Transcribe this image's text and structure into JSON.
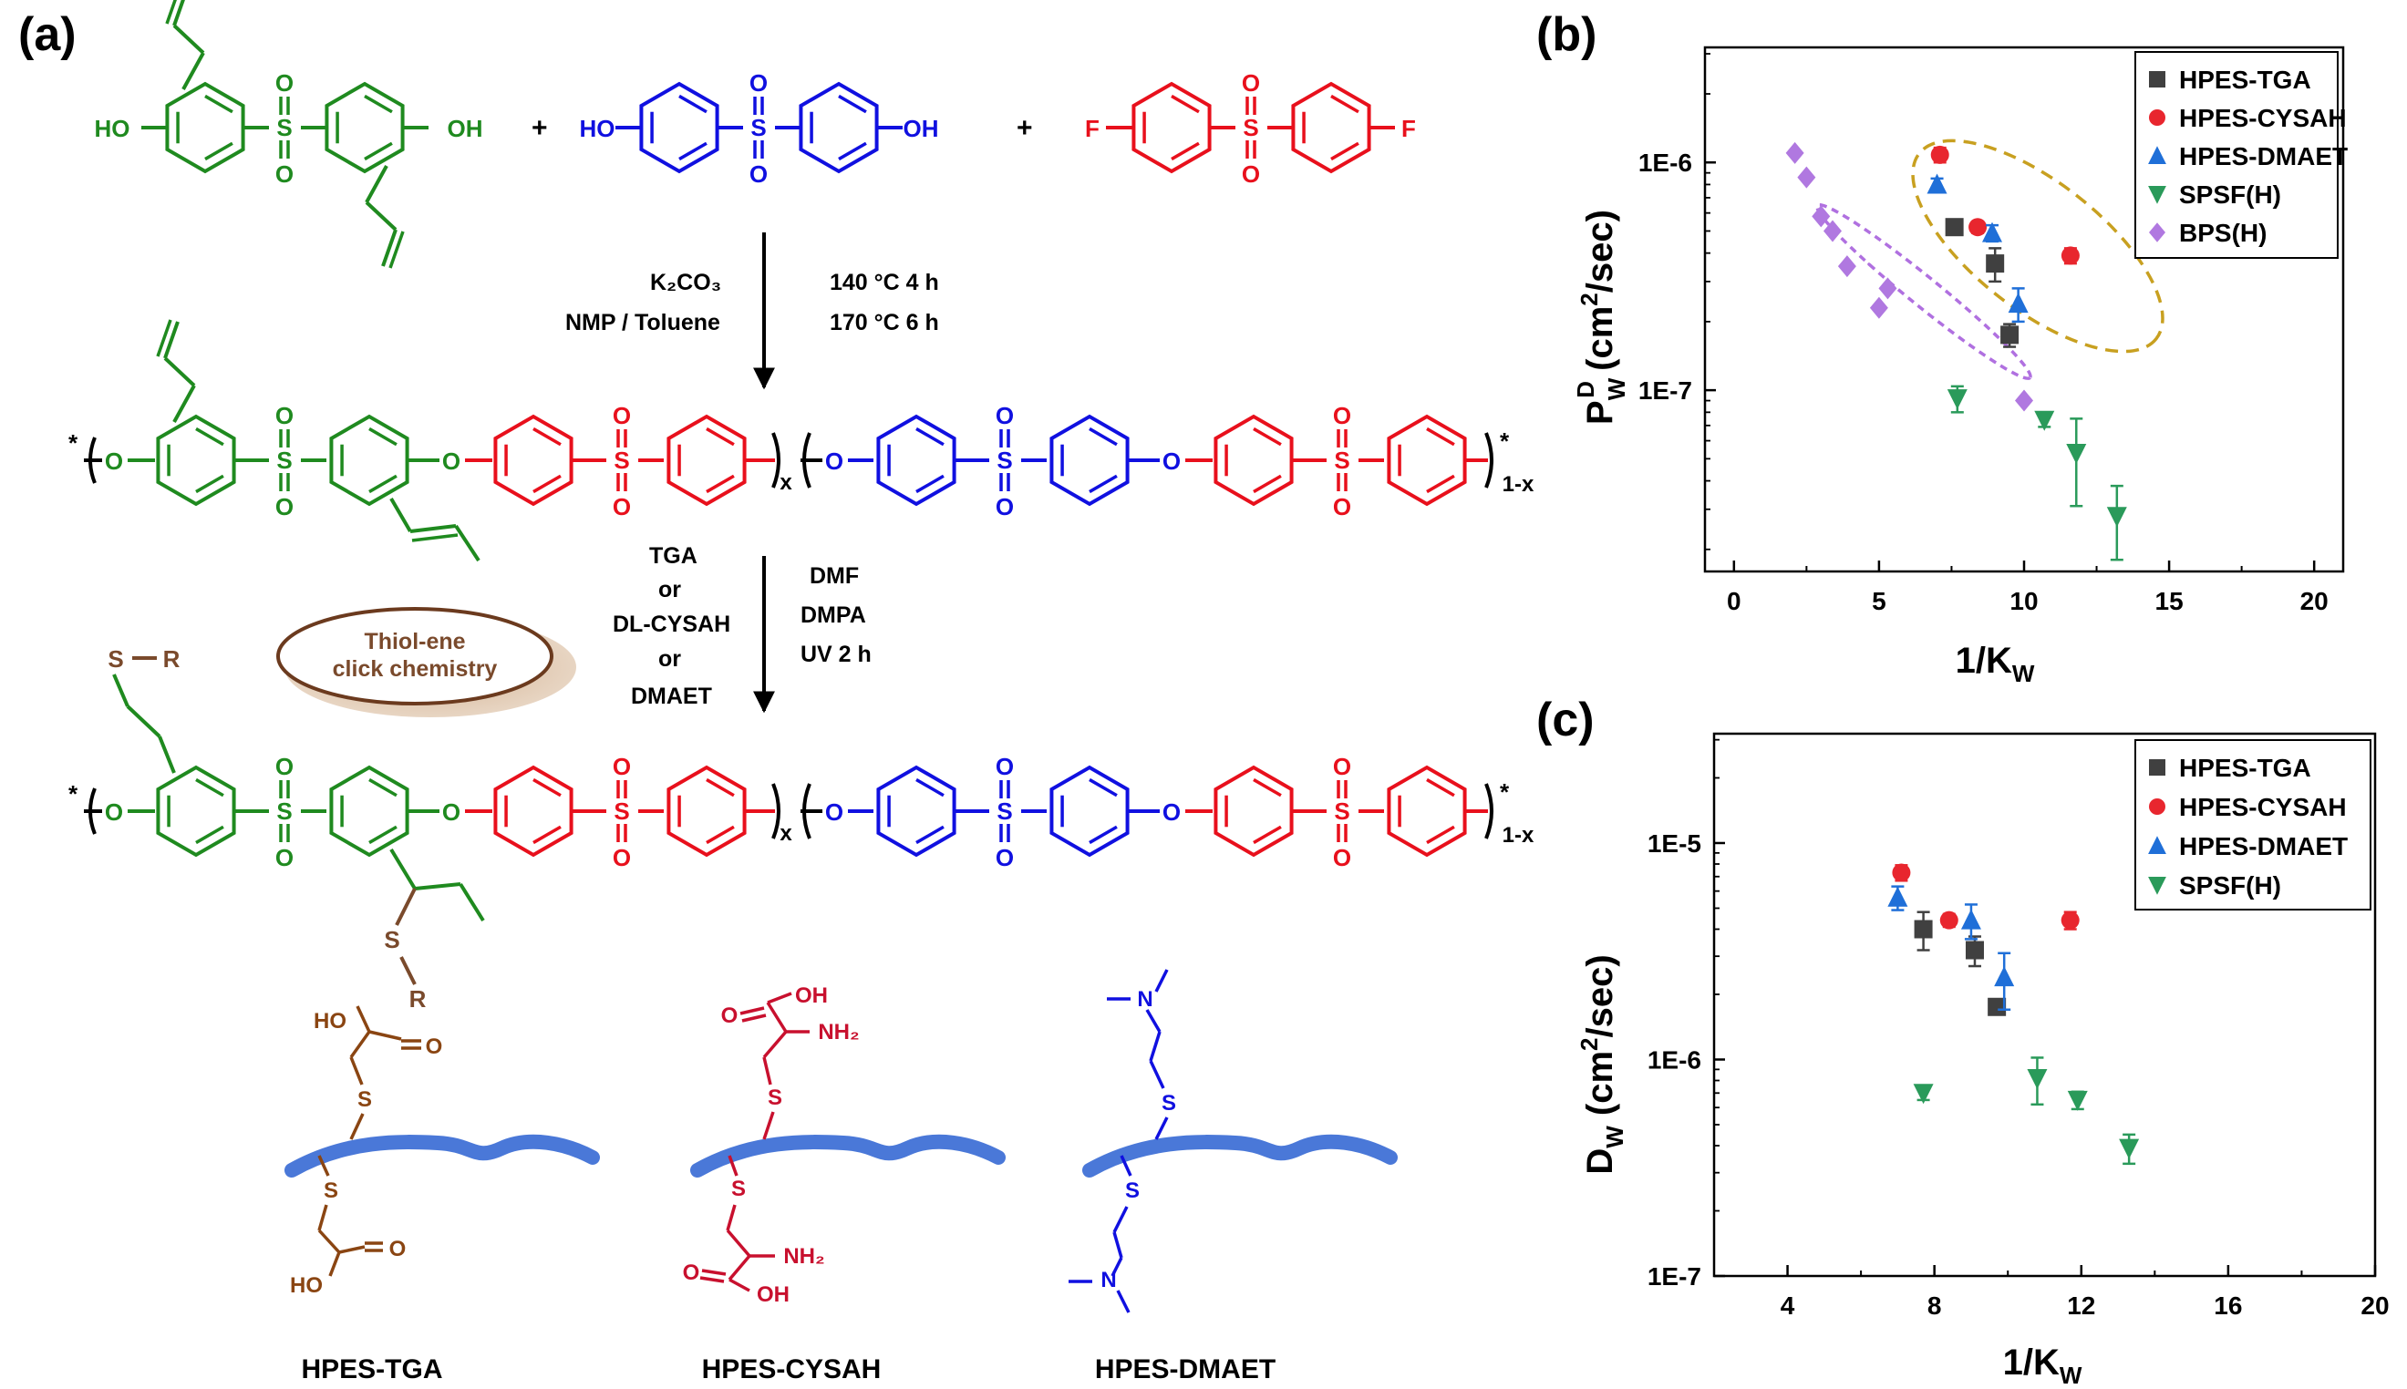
{
  "colors": {
    "green": "#1f8a1f",
    "blue": "#1010e0",
    "red": "#e8101c",
    "brown": "#7a4a2c",
    "tga": "#8a4512",
    "cysah": "#c8102e",
    "backbone": "#4a78d8",
    "ellipse_gold": "#c8a020",
    "ellipse_purple": "#b070e0"
  },
  "panel_a": {
    "label": "(a)",
    "plus": "+",
    "monomer_green": {
      "oh_left": "HO",
      "oh_right": "OH"
    },
    "monomer_blue": {
      "oh_left": "HO",
      "oh_right": "OH"
    },
    "monomer_red": {
      "f_left": "F",
      "f_right": "F"
    },
    "s_label": "S",
    "o_label": "O",
    "x_label": "x",
    "one_minus_x": "1-x",
    "star": "*",
    "step1": {
      "reagent1": "K₂CO₃",
      "reagent2": "NMP / Toluene",
      "cond1": "140 °C  4 h",
      "cond2": "170 °C  6 h"
    },
    "step2": {
      "r1": "TGA",
      "r2": "or",
      "r3": "DL-CYSAH",
      "r4": "or",
      "r5": "DMAET",
      "c1": "DMF",
      "c2": "DMPA",
      "c3": "UV  2 h"
    },
    "click": {
      "line1": "Thiol-ene",
      "line2": "click chemistry"
    },
    "sr": {
      "s": "S",
      "r": "R"
    },
    "products": {
      "tga": {
        "name": "HPES-TGA",
        "ho": "HO",
        "o": "O",
        "s": "S"
      },
      "cysah": {
        "name": "HPES-CYSAH",
        "oh": "OH",
        "o": "O",
        "nh2": "NH₂",
        "s": "S"
      },
      "dmaet": {
        "name": "HPES-DMAET",
        "n": "N",
        "s": "S"
      }
    }
  },
  "chart_data": [
    {
      "panel": "(b)",
      "type": "scatter",
      "xlabel": "1/Kw",
      "ylabel": "P_W^D (cm²/sec)",
      "xlim": [
        -1,
        21
      ],
      "ylim": [
        1.6e-08,
        3.2e-06
      ],
      "yscale": "log",
      "xticks": [
        "0",
        "5",
        "10",
        "15",
        "20"
      ],
      "yticks": [
        "1E-7",
        "1E-6"
      ],
      "legend_position": "top-right",
      "series": [
        {
          "name": "HPES-TGA",
          "marker": "square",
          "color": "#404040",
          "points": [
            [
              7.6,
              5.2e-07,
              3e-08
            ],
            [
              9.0,
              3.6e-07,
              6e-08
            ],
            [
              9.5,
              1.75e-07,
              2e-08
            ]
          ]
        },
        {
          "name": "HPES-CYSAH",
          "marker": "circle",
          "color": "#e8262e",
          "points": [
            [
              7.1,
              1.08e-06,
              8e-08
            ],
            [
              8.4,
              5.2e-07,
              3e-08
            ],
            [
              11.6,
              3.9e-07,
              3e-08
            ]
          ]
        },
        {
          "name": "HPES-DMAET",
          "marker": "triangle-up",
          "color": "#1f6fd8",
          "points": [
            [
              7.0,
              8e-07,
              5e-08
            ],
            [
              8.9,
              4.9e-07,
              4e-08
            ],
            [
              9.8,
              2.4e-07,
              4e-08
            ]
          ]
        },
        {
          "name": "SPSF(H)",
          "marker": "triangle-down",
          "color": "#2a9a5a",
          "points": [
            [
              7.7,
              9.2e-08,
              1.2e-08
            ],
            [
              10.7,
              7.4e-08,
              5e-09
            ],
            [
              11.8,
              5.3e-08,
              2.2e-08
            ],
            [
              13.2,
              2.8e-08,
              1e-08
            ]
          ]
        },
        {
          "name": "BPS(H)",
          "marker": "diamond",
          "color": "#b078e0",
          "points": [
            [
              2.1,
              1.1e-06,
              0
            ],
            [
              2.5,
              8.6e-07,
              0
            ],
            [
              3.0,
              5.8e-07,
              0
            ],
            [
              3.4,
              5e-07,
              0
            ],
            [
              3.9,
              3.5e-07,
              0
            ],
            [
              5.0,
              2.3e-07,
              0
            ],
            [
              5.3,
              2.8e-07,
              0
            ],
            [
              10.0,
              9e-08,
              0
            ]
          ]
        }
      ]
    },
    {
      "panel": "(c)",
      "type": "scatter",
      "xlabel": "1/Kw",
      "ylabel": "Dw (cm²/sec)",
      "xlim": [
        2,
        20
      ],
      "ylim": [
        1e-07,
        3.2e-05
      ],
      "yscale": "log",
      "xticks": [
        "4",
        "8",
        "12",
        "16",
        "20"
      ],
      "yticks": [
        "1E-7",
        "1E-6",
        "1E-5"
      ],
      "legend_position": "top-right",
      "series": [
        {
          "name": "HPES-TGA",
          "marker": "square",
          "color": "#404040",
          "points": [
            [
              7.7,
              4e-06,
              8e-07
            ],
            [
              9.1,
              3.2e-06,
              5e-07
            ],
            [
              9.7,
              1.75e-06,
              1e-07
            ]
          ]
        },
        {
          "name": "HPES-CYSAH",
          "marker": "circle",
          "color": "#e8262e",
          "points": [
            [
              7.1,
              7.3e-06,
              6e-07
            ],
            [
              8.4,
              4.4e-06,
              3e-07
            ],
            [
              11.7,
              4.4e-06,
              4e-07
            ]
          ]
        },
        {
          "name": "HPES-DMAET",
          "marker": "triangle-up",
          "color": "#1f6fd8",
          "points": [
            [
              7.0,
              5.6e-06,
              7e-07
            ],
            [
              9.0,
              4.4e-06,
              8e-07
            ],
            [
              9.9,
              2.4e-06,
              7e-07
            ]
          ]
        },
        {
          "name": "SPSF(H)",
          "marker": "triangle-down",
          "color": "#2a9a5a",
          "points": [
            [
              7.7,
              7e-07,
              5e-08
            ],
            [
              10.8,
              8.2e-07,
              2e-07
            ],
            [
              11.9,
              6.5e-07,
              6e-08
            ],
            [
              13.3,
              3.9e-07,
              6e-08
            ]
          ]
        }
      ]
    }
  ]
}
